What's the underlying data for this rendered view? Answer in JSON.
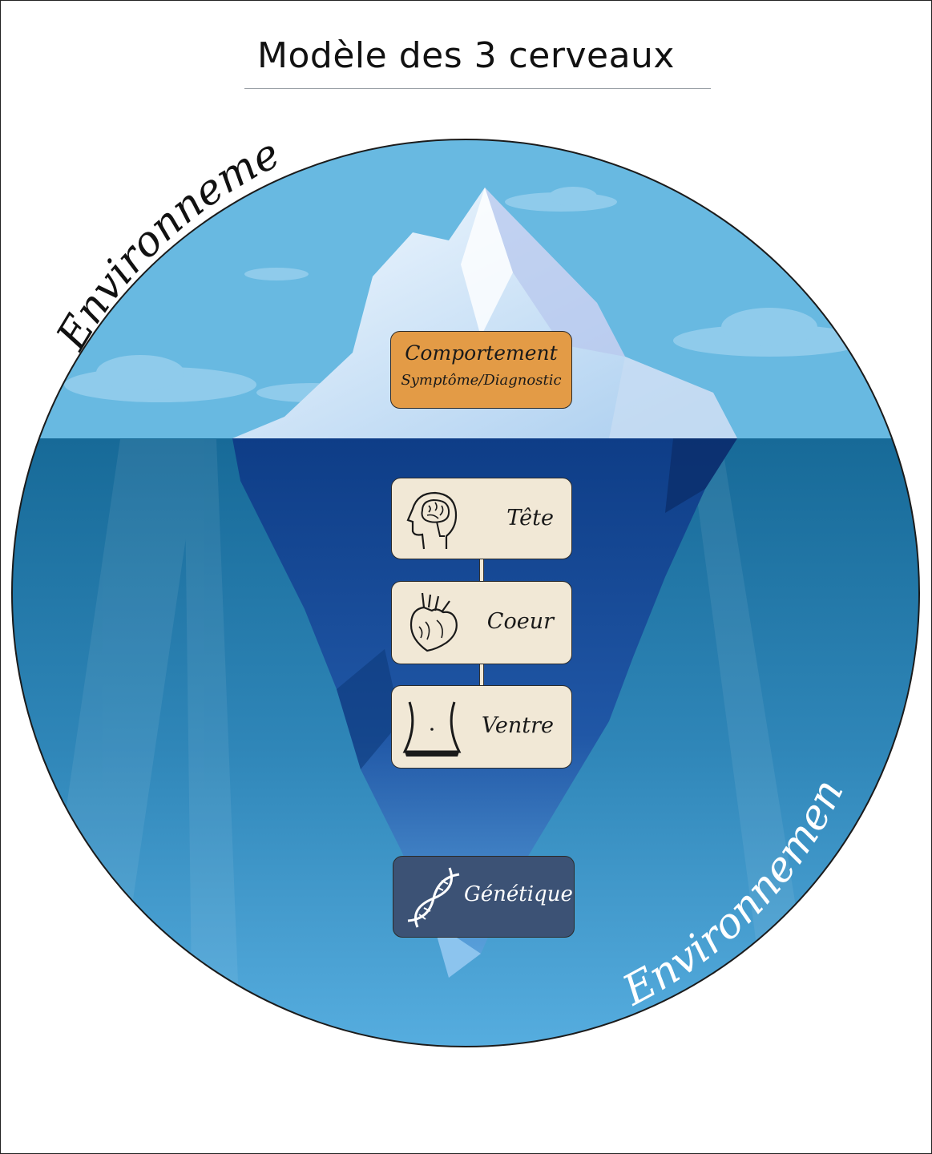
{
  "title": "Modèle des 3 cerveaux",
  "environment_top": "Environnement",
  "environment_bottom": "Environnement",
  "behavior": {
    "line1": "Comportement",
    "line2": "Symptôme/Diagnostic",
    "color": "#e39b46"
  },
  "brains": [
    {
      "label": "Tête",
      "icon": "head-brain-icon"
    },
    {
      "label": "Coeur",
      "icon": "anatomical-heart-icon"
    },
    {
      "label": "Ventre",
      "icon": "belly-icon"
    }
  ],
  "genetics": {
    "label": "Génétique",
    "icon": "dna-icon",
    "color": "#3c5275"
  },
  "colors": {
    "sky": "#68b9e1",
    "water": "#1e6f9f",
    "brain_box": "#f1e8d6"
  }
}
